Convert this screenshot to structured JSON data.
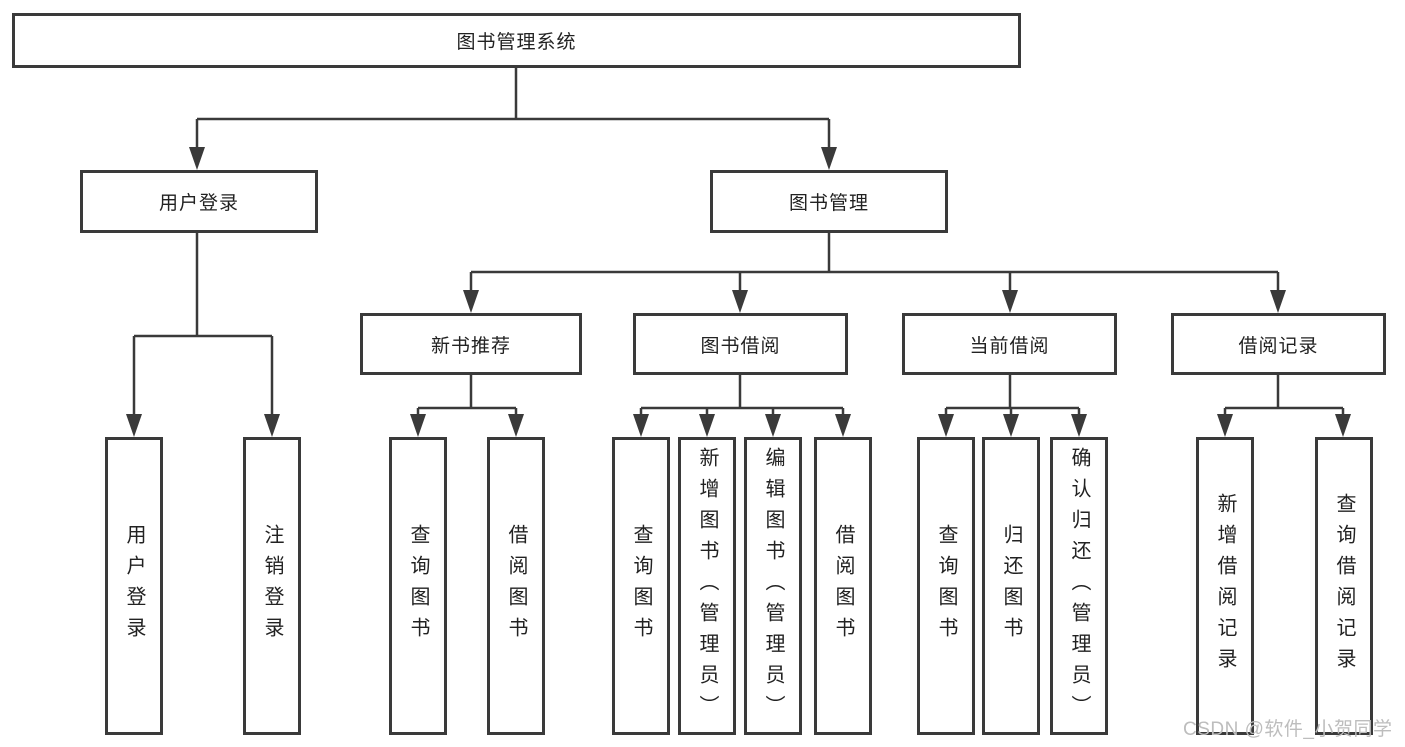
{
  "diagram": {
    "title": "图书管理系统",
    "level2": {
      "left": "用户登录",
      "right": "图书管理"
    },
    "level3": [
      "新书推荐",
      "图书借阅",
      "当前借阅",
      "借阅记录"
    ],
    "leaves": {
      "login": [
        "用户登录",
        "注销登录"
      ],
      "recommend": [
        "查询图书",
        "借阅图书"
      ],
      "borrow": [
        "查询图书",
        "新增图书（管理员）",
        "编辑图书（管理员）",
        "借阅图书"
      ],
      "current": [
        "查询图书",
        "归还图书",
        "确认归还（管理员）"
      ],
      "records": [
        "新增借阅记录",
        "查询借阅记录"
      ]
    }
  },
  "watermark": "CSDN @软件_小贺同学",
  "colors": {
    "line": "#3a3a3a",
    "box_fill": "#ffffff",
    "text": "#222222",
    "watermark": "#bdbdbd",
    "background": "#ffffff"
  }
}
